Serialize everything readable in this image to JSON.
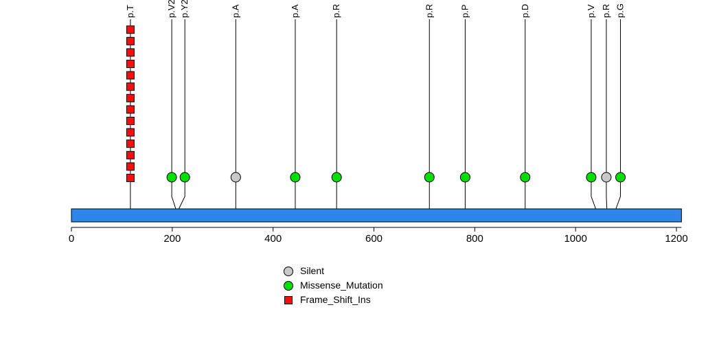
{
  "chart_data": {
    "type": "lollipop",
    "title": "",
    "background": "#ffffff",
    "xlim": [
      0,
      1218
    ],
    "x_ticks": [
      0,
      200,
      400,
      600,
      800,
      1000,
      1200
    ],
    "protein_bar": {
      "start": 0,
      "end": 1210,
      "color": "#2e86e8"
    },
    "mutation_types": {
      "Silent": {
        "color": "#c8c8c8",
        "shape": "circle"
      },
      "Missense_Mutation": {
        "color": "#00dd00",
        "shape": "circle"
      },
      "Frame_Shift_Ins": {
        "color": "#ee1111",
        "shape": "square"
      }
    },
    "mutations": [
      {
        "label": "p.T",
        "pos": 117,
        "display_pos": 117,
        "type": "Frame_Shift_Ins",
        "count": 14
      },
      {
        "label": "p.V2",
        "pos": 207,
        "display_pos": 199,
        "type": "Missense_Mutation",
        "count": 1
      },
      {
        "label": "p.Y2",
        "pos": 213,
        "display_pos": 225,
        "type": "Missense_Mutation",
        "count": 1
      },
      {
        "label": "p.A",
        "pos": 326,
        "display_pos": 326,
        "type": "Silent",
        "count": 1
      },
      {
        "label": "p.A",
        "pos": 444,
        "display_pos": 444,
        "type": "Missense_Mutation",
        "count": 1
      },
      {
        "label": "p.R",
        "pos": 526,
        "display_pos": 526,
        "type": "Missense_Mutation",
        "count": 1
      },
      {
        "label": "p.R",
        "pos": 710,
        "display_pos": 710,
        "type": "Missense_Mutation",
        "count": 1
      },
      {
        "label": "p.P",
        "pos": 781,
        "display_pos": 781,
        "type": "Missense_Mutation",
        "count": 1
      },
      {
        "label": "p.D",
        "pos": 900,
        "display_pos": 900,
        "type": "Missense_Mutation",
        "count": 1
      },
      {
        "label": "p.V",
        "pos": 1040,
        "display_pos": 1031,
        "type": "Missense_Mutation",
        "count": 1
      },
      {
        "label": "p.R",
        "pos": 1062,
        "display_pos": 1061,
        "type": "Silent",
        "count": 1
      },
      {
        "label": "p.G",
        "pos": 1080,
        "display_pos": 1089,
        "type": "Missense_Mutation",
        "count": 1
      }
    ],
    "legend": [
      {
        "label": "Silent",
        "color": "#c8c8c8",
        "shape": "circle"
      },
      {
        "label": "Missense_Mutation",
        "color": "#00dd00",
        "shape": "circle"
      },
      {
        "label": "Frame_Shift_Ins",
        "color": "#ee1111",
        "shape": "square"
      }
    ]
  }
}
